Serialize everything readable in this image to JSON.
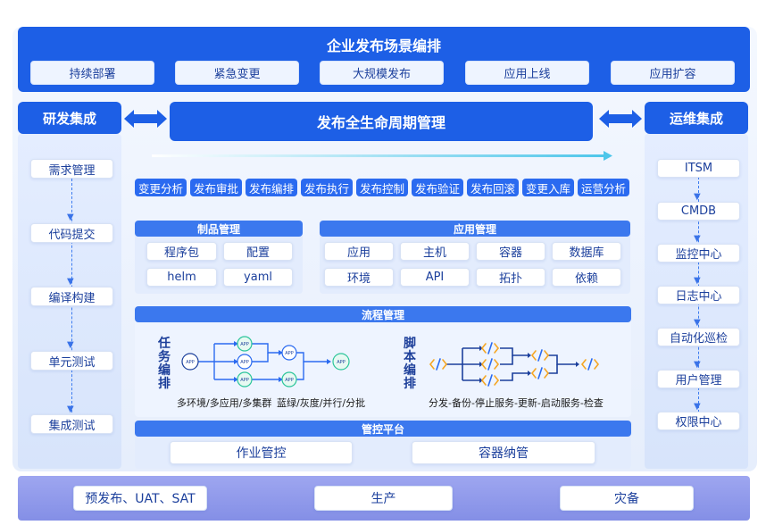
{
  "top": {
    "title": "企业发布场景编排",
    "scenarios": [
      "持续部署",
      "紧急变更",
      "大规模发布",
      "应用上线",
      "应用扩容"
    ]
  },
  "left": {
    "title": "研发集成",
    "items": [
      "需求管理",
      "代码提交",
      "编译构建",
      "单元测试",
      "集成测试"
    ]
  },
  "right": {
    "title": "运维集成",
    "items": [
      "ITSM",
      "CMDB",
      "监控中心",
      "日志中心",
      "自动化巡检",
      "用户管理",
      "权限中心"
    ]
  },
  "center": {
    "title": "发布全生命周期管理",
    "stages": [
      "变更分析",
      "发布审批",
      "发布编排",
      "发布执行",
      "发布控制",
      "发布验证",
      "发布回滚",
      "变更入库",
      "运营分析"
    ],
    "artifact": {
      "title": "制品管理",
      "items": [
        "程序包",
        "配置",
        "helm",
        "yaml"
      ]
    },
    "app": {
      "title": "应用管理",
      "items": [
        "应用",
        "主机",
        "容器",
        "数据库",
        "环境",
        "API",
        "拓扑",
        "依赖"
      ]
    },
    "process": {
      "title": "流程管理",
      "task_label": "任务编排",
      "task_caption_1": "多环境/多应用/多集群",
      "task_caption_2": "蓝绿/灰度/并行/分批",
      "script_label": "脚本编排",
      "script_caption": "分发-备份-停止服务-更新-启动服务-检查",
      "node_text": "APP"
    },
    "control": {
      "title": "管控平台",
      "items": [
        "作业管控",
        "容器纳管"
      ]
    }
  },
  "bottom": {
    "items": [
      "预发布、UAT、SAT",
      "生产",
      "灾备"
    ]
  },
  "colors": {
    "primary": "#1d5fe6",
    "stage": "#2a6af0",
    "light": "#eef4ff",
    "base": "#8e98ec"
  }
}
